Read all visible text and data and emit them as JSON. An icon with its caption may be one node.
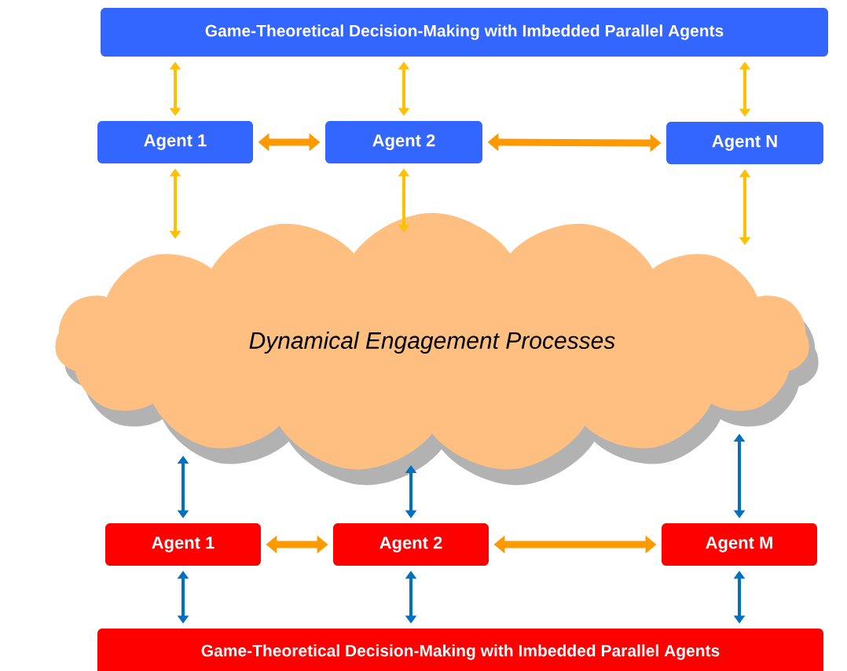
{
  "diagram": {
    "nodes": [
      {
        "text": [
          "Game-Theoretical Decision-Making with Imbedded Parallel Agents"
        ]
      },
      {
        "text": [
          "Agent 1"
        ]
      },
      {
        "text": [
          "Agent 2"
        ]
      },
      {
        "text": [
          "Agent N"
        ]
      },
      {
        "text": [
          "Dynamical Engagement Processes"
        ]
      },
      {
        "text": [
          "Agent 1"
        ]
      },
      {
        "text": [
          "Agent 2"
        ]
      },
      {
        "text": [
          "Agent M"
        ]
      },
      {
        "text": [
          "Game-Theoretical Decision-Making with Imbedded Parallel Agents"
        ]
      }
    ],
    "edges": [
      {
        "from": 0,
        "to": 1,
        "arrow": "both",
        "color": "#ffc000"
      },
      {
        "from": 0,
        "to": 2,
        "arrow": "both",
        "color": "#ffc000"
      },
      {
        "from": 0,
        "to": 3,
        "arrow": "both",
        "color": "#ffc000"
      },
      {
        "from": 1,
        "to": 2,
        "arrow": "both",
        "style": "thick",
        "color": "#ff9900"
      },
      {
        "from": 2,
        "to": 3,
        "arrow": "both",
        "style": "thick",
        "color": "#ff9900"
      },
      {
        "from": 1,
        "to": 4,
        "arrow": "both",
        "color": "#ffc000"
      },
      {
        "from": 2,
        "to": 4,
        "arrow": "both",
        "color": "#ffc000"
      },
      {
        "from": 3,
        "to": 4,
        "arrow": "both",
        "color": "#ffc000"
      },
      {
        "from": 4,
        "to": 5,
        "arrow": "both",
        "color": "#0070c0"
      },
      {
        "from": 4,
        "to": 6,
        "arrow": "both",
        "color": "#0070c0"
      },
      {
        "from": 4,
        "to": 7,
        "arrow": "both",
        "color": "#0070c0"
      },
      {
        "from": 5,
        "to": 6,
        "arrow": "both",
        "style": "thick",
        "color": "#ff9900"
      },
      {
        "from": 6,
        "to": 7,
        "arrow": "both",
        "style": "thick",
        "color": "#ff9900"
      },
      {
        "from": 5,
        "to": 8,
        "arrow": "both",
        "color": "#0070c0"
      },
      {
        "from": 6,
        "to": 8,
        "arrow": "both",
        "color": "#0070c0"
      },
      {
        "from": 7,
        "to": 8,
        "arrow": "both",
        "color": "#0070c0"
      }
    ]
  }
}
